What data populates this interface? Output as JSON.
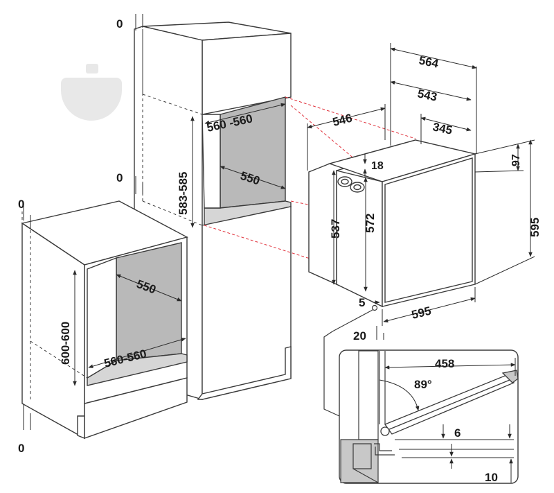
{
  "colors": {
    "line": "#3a3a3a",
    "cabinet_fill": "#ffffff",
    "niche_back": "#b9b9b9",
    "niche_floor": "#d6d6d6",
    "detail_grey": "#c8c8c8",
    "red_dash": "#e0303a",
    "watermark": "#e8e8e8"
  },
  "icons": [
    "shovel-watermark-icon",
    "pointer-arrow-icon"
  ],
  "dims": {
    "tall_top_zero": "0",
    "tall_mid_zero": "0",
    "base_top_zero": "0",
    "base_bottom_zero": "0",
    "tall_niche_width": "560 -560",
    "tall_niche_height": "583-585",
    "tall_niche_depth": "550",
    "base_niche_depth": "550",
    "base_niche_height": "600-600",
    "base_niche_width": "560-560",
    "oven_total_depth": "564",
    "oven_body_depth": "543",
    "oven_side_depth": "546",
    "oven_inner_depth": "345",
    "oven_top_gap": "18",
    "oven_panel_height": "97",
    "oven_total_height": "595",
    "oven_side_height": "537",
    "oven_front_height": "572",
    "oven_width": "595",
    "oven_bottom_gap": "5",
    "oven_front_offset": "20",
    "door_depth": "458",
    "door_angle": "89°",
    "door_gap_top": "6",
    "door_gap_bottom": "10"
  }
}
